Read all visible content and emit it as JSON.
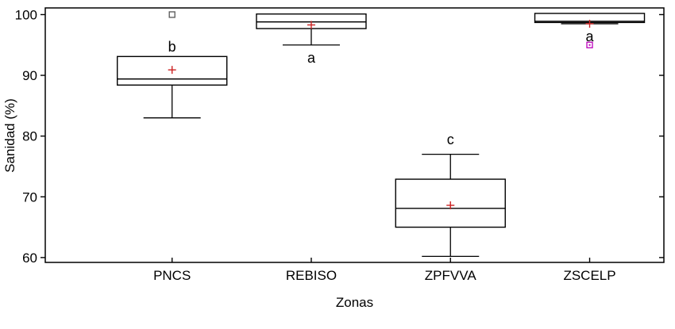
{
  "chart_data": {
    "type": "boxplot",
    "title": "",
    "xlabel": "Zonas",
    "ylabel": "Sanidad (%)",
    "ylim": [
      59.2,
      101.1
    ],
    "yticks": [
      60,
      70,
      80,
      90,
      100
    ],
    "grid": false,
    "categories": [
      "PNCS",
      "REBISO",
      "ZPFVVA",
      "ZSCELP"
    ],
    "x_fracs": [
      0.205,
      0.43,
      0.655,
      0.88
    ],
    "colors": {
      "box_stroke": "#000000",
      "mean_marker": "#cc2222",
      "text": "#000000",
      "background": "#ffffff"
    },
    "boxes": [
      {
        "category": "PNCS",
        "whisker_low": 83,
        "q1": 88.4,
        "median": 89.4,
        "q3": 93.1,
        "whisker_high": 93.1,
        "mean": 90.9,
        "outliers": [
          {
            "value": 100,
            "color": "#555555",
            "style": "square"
          }
        ],
        "group_label": "b",
        "group_label_value": 94.7
      },
      {
        "category": "REBISO",
        "whisker_low": 95,
        "q1": 97.7,
        "median": 98.8,
        "q3": 100.1,
        "whisker_high": 100.1,
        "mean": 98.3,
        "outliers": [],
        "group_label": "a",
        "group_label_value": 92.9
      },
      {
        "category": "ZPFVVA",
        "whisker_low": 60.2,
        "q1": 65,
        "median": 68.1,
        "q3": 72.9,
        "whisker_high": 77,
        "mean": 68.6,
        "outliers": [],
        "group_label": "c",
        "group_label_value": 79.4
      },
      {
        "category": "ZSCELP",
        "whisker_low": 98.5,
        "q1": 98.7,
        "median": 98.9,
        "q3": 100.2,
        "whisker_high": 100.2,
        "mean": 98.5,
        "outliers": [
          {
            "value": 95,
            "color": "#bb00bb",
            "style": "square-dot"
          }
        ],
        "group_label": "a",
        "group_label_value": 96.4
      }
    ]
  }
}
